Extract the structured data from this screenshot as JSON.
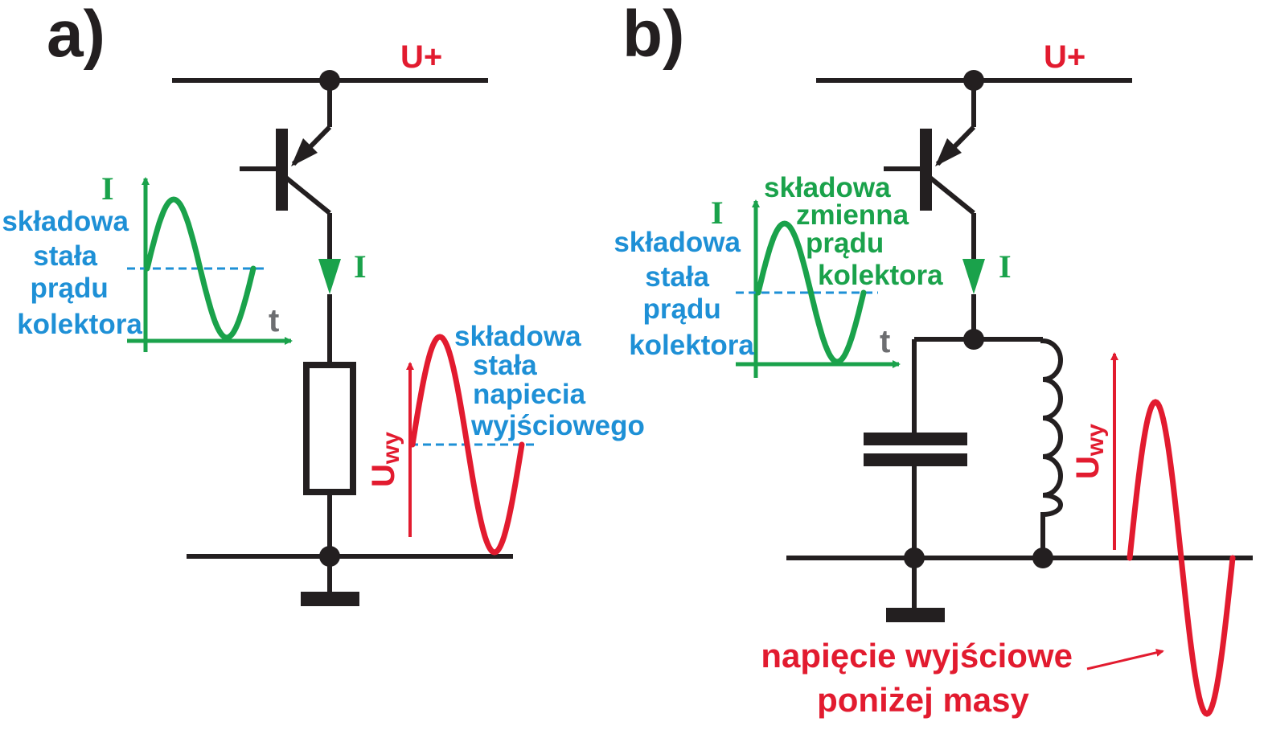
{
  "colors": {
    "wire": "#231f20",
    "green": "#1aa24b",
    "blue": "#1e90d6",
    "red": "#e21b2f",
    "gray": "#6d6e71"
  },
  "panel_a": {
    "label": "a)",
    "supply": "U+",
    "current_label": "I",
    "axis_current": "I",
    "axis_time": "t",
    "dc_current": [
      "składowa",
      "stała",
      "prądu",
      "kolektora"
    ],
    "dc_voltage": [
      "składowa",
      "stała",
      "napiecia",
      "wyjściowego"
    ],
    "uwy_main": "U",
    "uwy_sub": "wy"
  },
  "panel_b": {
    "label": "b)",
    "supply": "U+",
    "current_label": "I",
    "axis_current": "I",
    "axis_time": "t",
    "dc_current": [
      "składowa",
      "stała",
      "prądu",
      "kolektora"
    ],
    "ac_current": [
      "składowa",
      "zmienna",
      "prądu",
      "kolektora"
    ],
    "uwy_main": "U",
    "uwy_sub": "wy",
    "below_ground": [
      "napięcie wyjściowe",
      "poniżej masy"
    ]
  }
}
